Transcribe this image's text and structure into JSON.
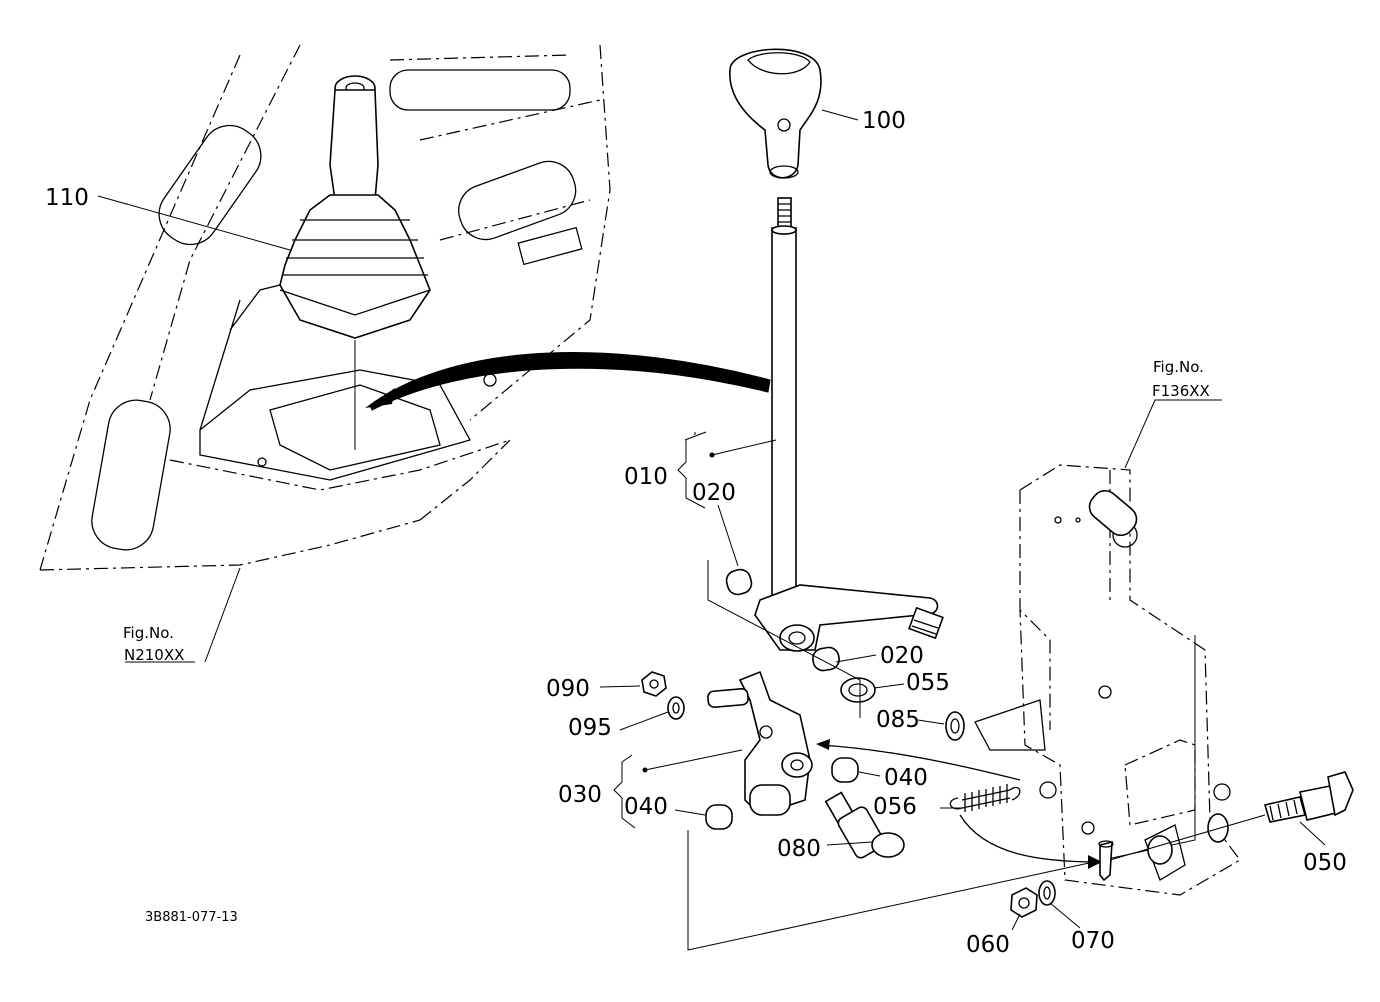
{
  "labels": {
    "p100": "100",
    "p110": "110",
    "p010": "010",
    "p020a": "020",
    "p020b": "020",
    "p055": "055",
    "p085": "085",
    "p090": "090",
    "p095": "095",
    "p030": "030",
    "p040a": "040",
    "p040b": "040",
    "p056": "056",
    "p080": "080",
    "p050": "050",
    "p060": "060",
    "p070": "070"
  },
  "refs": {
    "fig_no_label_1": "Fig.No.",
    "fig_no_value_1": "N210XX",
    "fig_no_label_2": "Fig.No.",
    "fig_no_value_2": "F136XX"
  },
  "drawing_code": "3B881-077-13"
}
